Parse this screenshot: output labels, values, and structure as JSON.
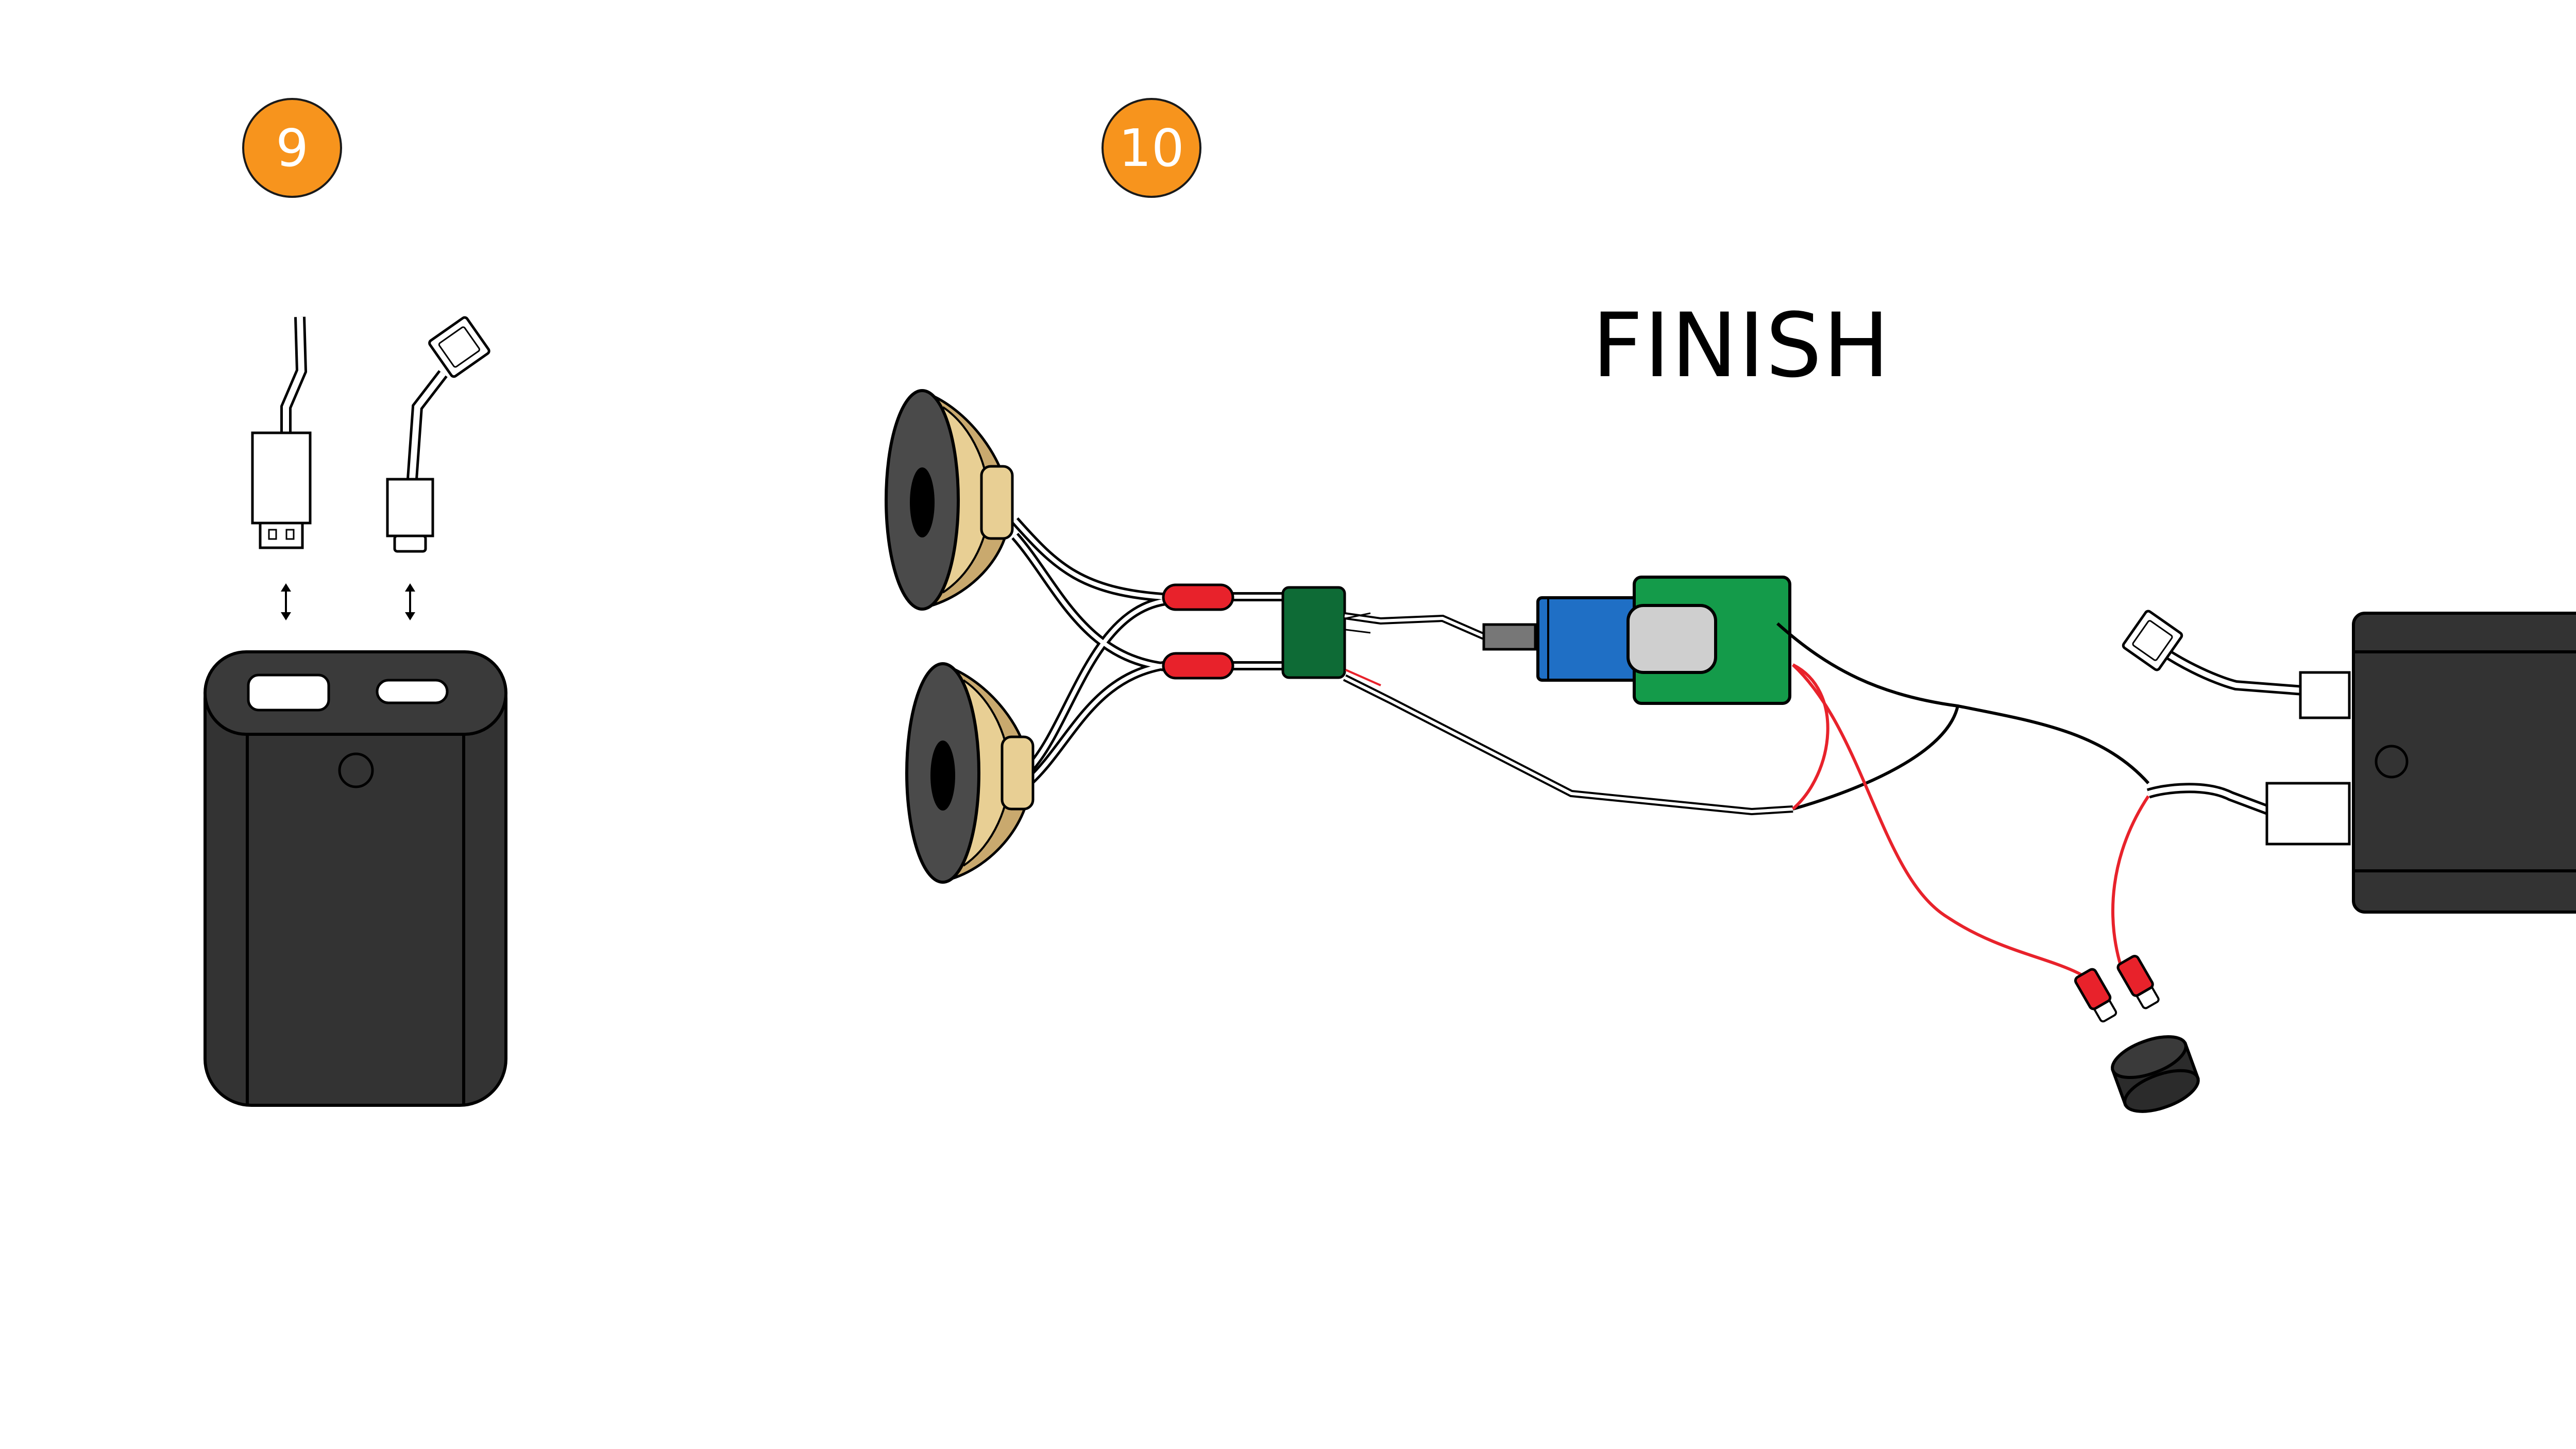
{
  "steps": [
    {
      "number": "9"
    },
    {
      "number": "10"
    }
  ],
  "finish_label": "FINISH",
  "colors": {
    "badge": "#F7941D",
    "battery": "#333333",
    "speaker_cone": "#4a4a4a",
    "speaker_magnet": "#E8CF94",
    "connector_red": "#E8222B",
    "board_dark_green": "#0E6B36",
    "board_green": "#149B4A",
    "usb_blue": "#1F6FC5",
    "button_cap": "#2b2b2b",
    "wire_red": "#E8222B"
  },
  "icons": [
    "usb-a-plug-icon",
    "usb-c-plug-icon",
    "double-arrow-icon",
    "power-bank-icon",
    "speaker-icon",
    "amplifier-board-icon",
    "usb-module-icon",
    "push-button-icon"
  ]
}
